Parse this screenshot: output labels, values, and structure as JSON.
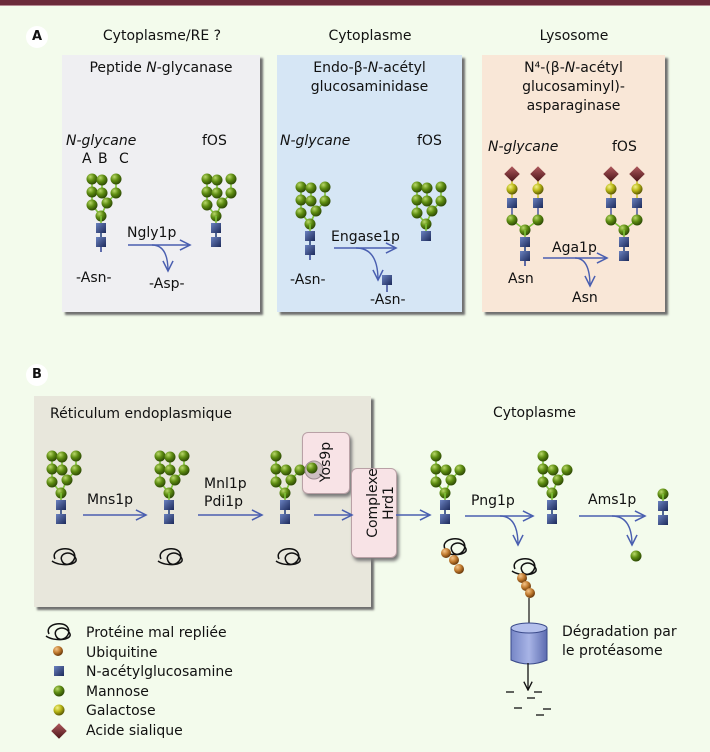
{
  "panel_a": {
    "badge": "A",
    "columns": [
      {
        "location": "Cytoplasme/RE ?",
        "enzyme_lines": [
          "Peptide N-glycanase"
        ],
        "substrate_label": "N-glycane",
        "branch_labels": [
          "A",
          "B",
          "C"
        ],
        "product_label": "fOS",
        "reaction": "Ngly1p",
        "substrate_anchor": "-Asn-",
        "byproduct": "-Asp-",
        "bg_color": "#efeff2"
      },
      {
        "location": "Cytoplasme",
        "enzyme_lines": [
          "Endo-β-N-acétyl",
          "glucosaminidase"
        ],
        "substrate_label": "N-glycane",
        "product_label": "fOS",
        "reaction": "Engase1p",
        "substrate_anchor": "-Asn-",
        "byproduct": "-Asn-",
        "bg_color": "#d6e6f5"
      },
      {
        "location": "Lysosome",
        "enzyme_lines": [
          "N⁴-(β-N-acétyl",
          "glucosaminyl)-",
          "asparaginase"
        ],
        "substrate_label": "N-glycane",
        "product_label": "fOS",
        "reaction": "Aga1p",
        "substrate_anchor": "Asn",
        "byproduct": "Asn",
        "bg_color": "#f9e7d7"
      }
    ]
  },
  "panel_b": {
    "badge": "B",
    "er_label": "Réticulum endoplasmique",
    "cytoplasm_label": "Cytoplasme",
    "steps": [
      "Mns1p",
      "Mnl1p",
      "Pdi1p",
      "Png1p",
      "Ams1p"
    ],
    "yos9": "Yos9p",
    "hrd1_lines": [
      "Complexe",
      "Hrd1"
    ],
    "proteasome_lines": [
      "Dégradation par",
      "le protéasome"
    ]
  },
  "legend": [
    {
      "icon": "misfolded-protein-icon",
      "label": "Protéine mal repliée"
    },
    {
      "icon": "ubiquitin-icon",
      "label": "Ubiquitine"
    },
    {
      "icon": "glcnac-icon",
      "label": "N-acétylglucosamine"
    },
    {
      "icon": "mannose-icon",
      "label": "Mannose"
    },
    {
      "icon": "galactose-icon",
      "label": "Galactose"
    },
    {
      "icon": "sialic-acid-icon",
      "label": "Acide sialique"
    }
  ],
  "colors": {
    "mannose": "#5f8e12",
    "galactose": "#b9b816",
    "glcnac": "#2e4480",
    "sialic": "#7a2a2e",
    "ubiquitin": "#c07a2e",
    "arrow": "#4a5fb0",
    "er_bg": "#e8e7dc"
  }
}
